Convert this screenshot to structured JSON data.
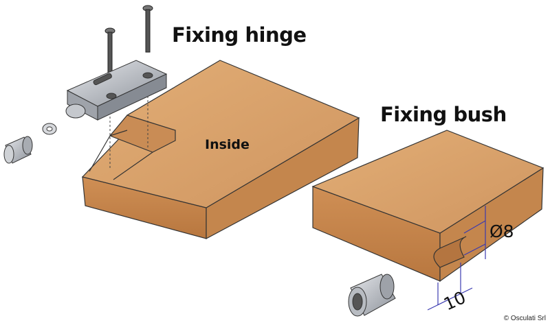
{
  "labels": {
    "fixing_hinge": "Fixing hinge",
    "fixing_bush": "Fixing bush",
    "inside": "Inside"
  },
  "dimensions": {
    "diameter": "Ø8",
    "depth": "10"
  },
  "copyright": "© Osculati Srl",
  "colors": {
    "wood_top": "#d9a36a",
    "wood_side": "#c98a52",
    "metal": "#b9bcc2",
    "dimension_line": "#3a3ab0"
  }
}
